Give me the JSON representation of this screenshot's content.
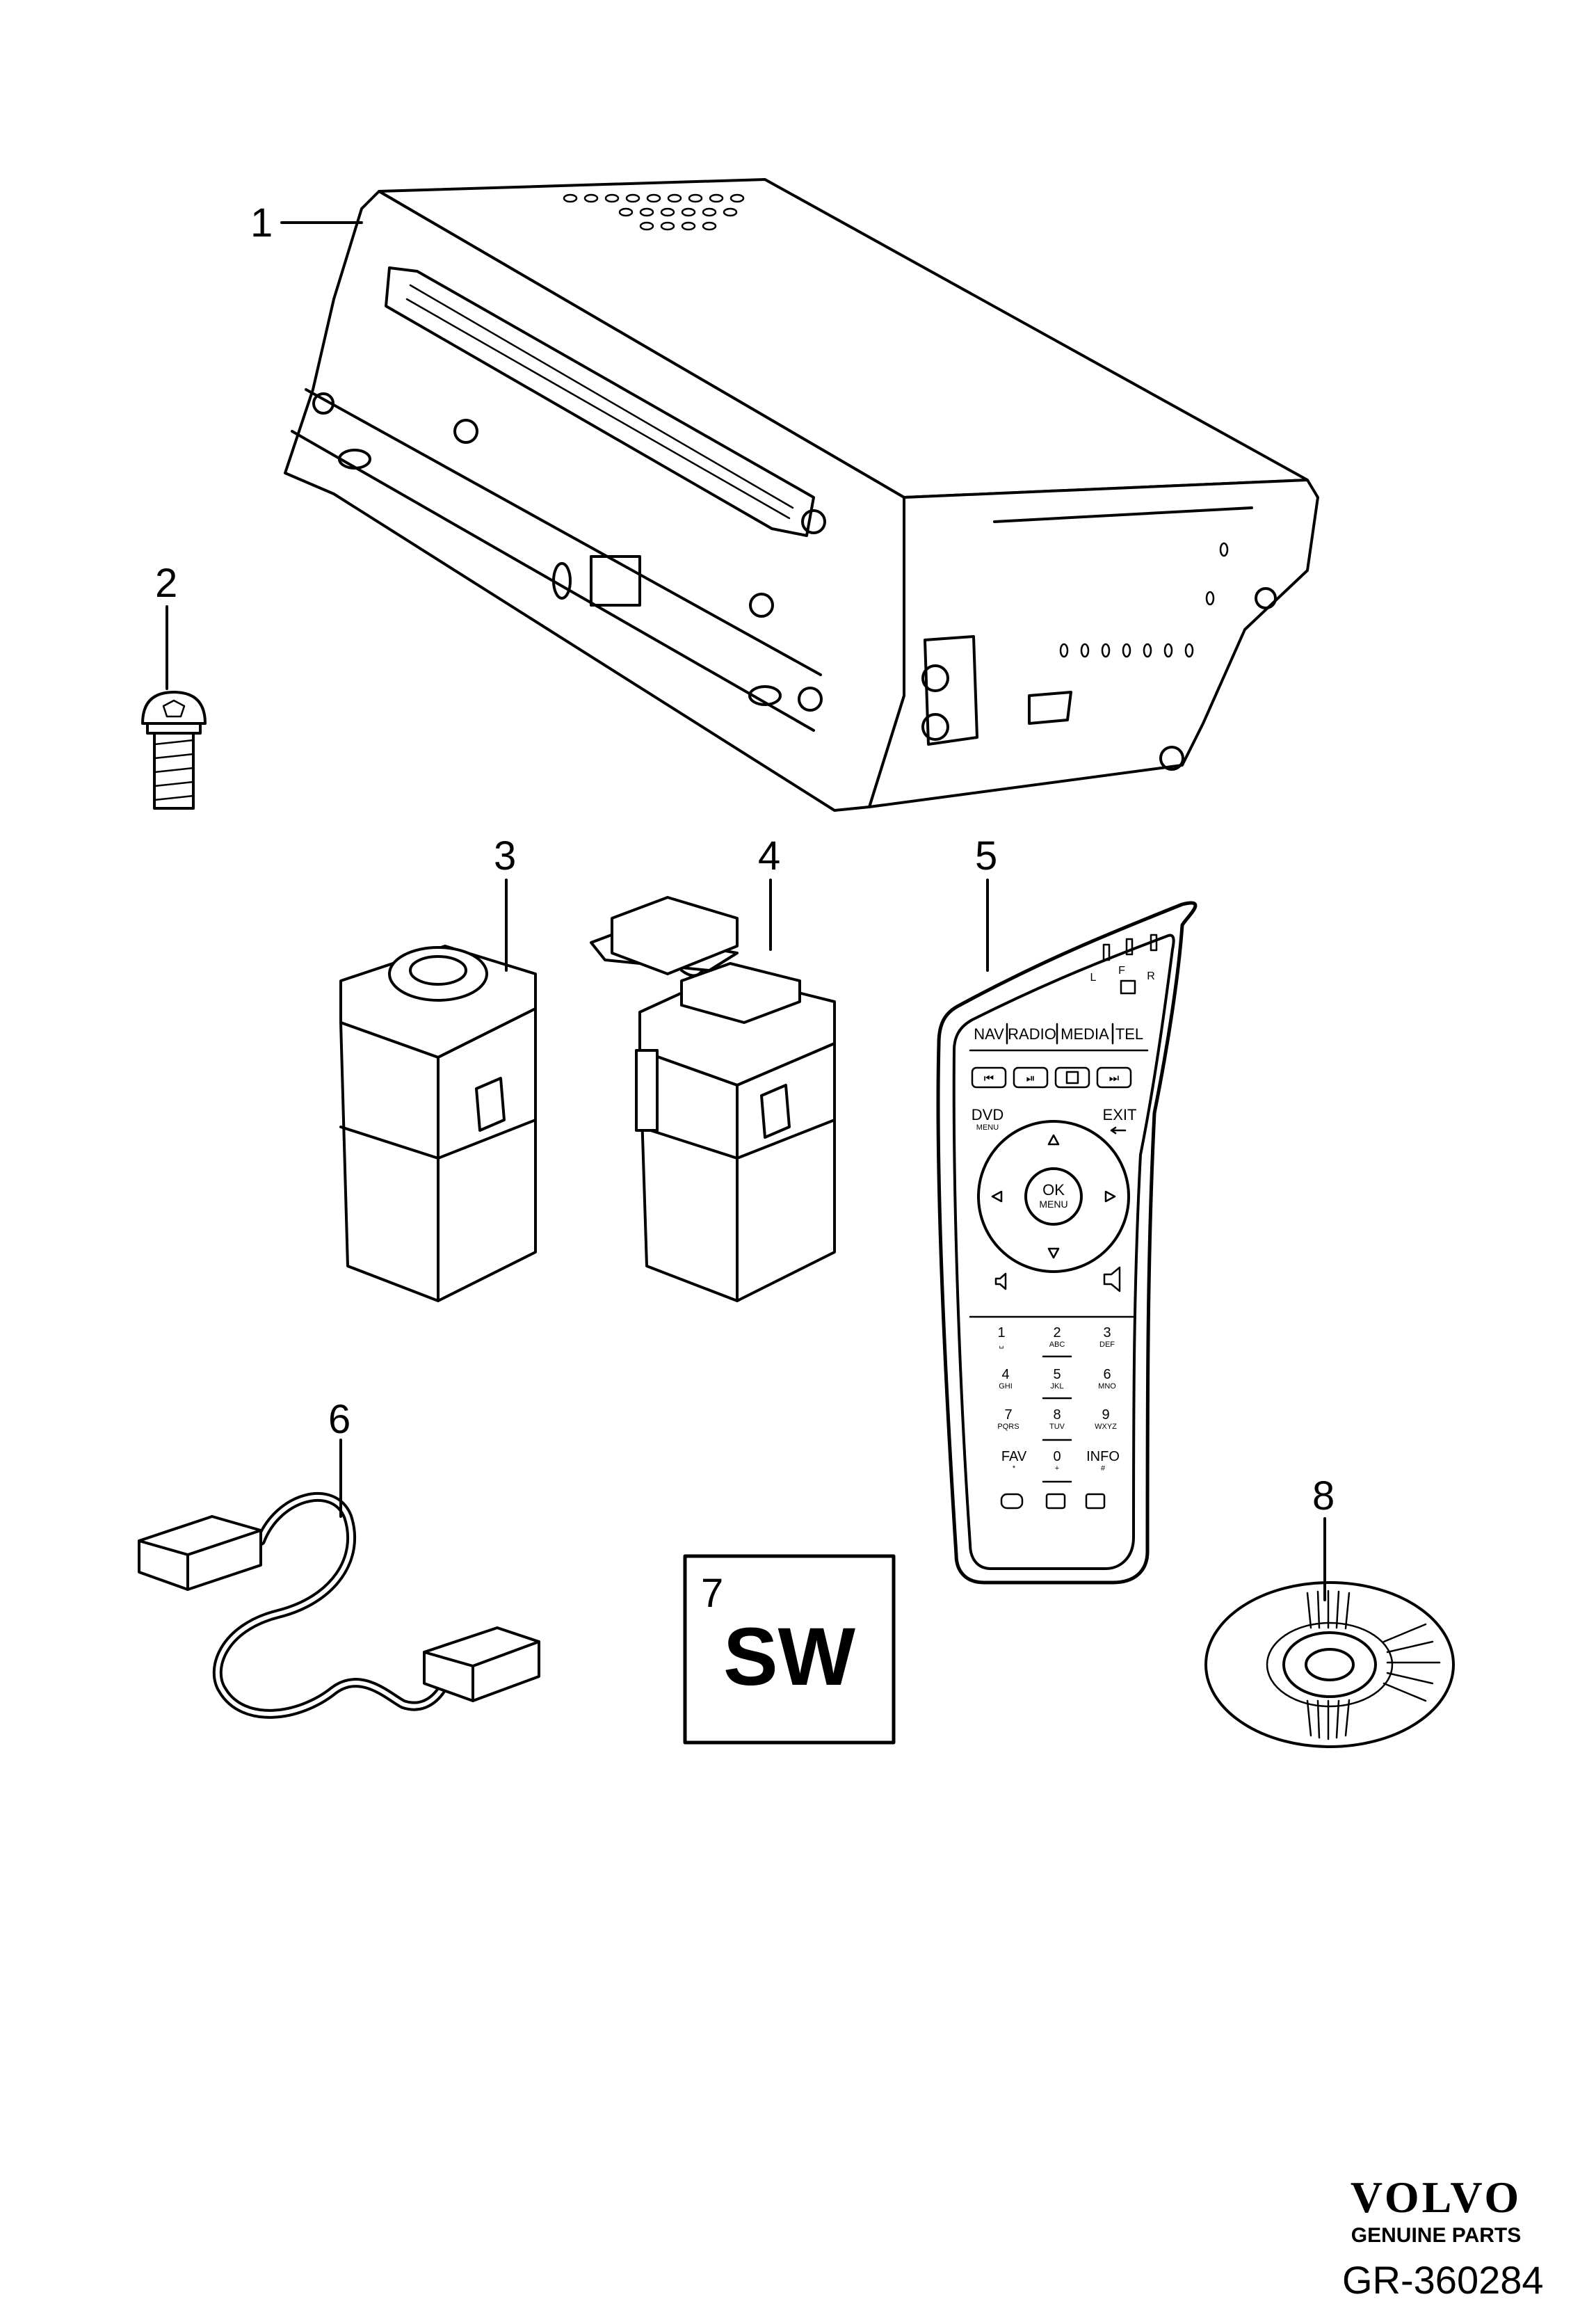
{
  "callouts": {
    "c1": "1",
    "c2": "2",
    "c3": "3",
    "c4": "4",
    "c5": "5",
    "c6": "6",
    "c7": "7",
    "c8": "8"
  },
  "software_box": {
    "label": "SW"
  },
  "remote": {
    "modes": [
      "NAV",
      "RADIO",
      "MEDIA",
      "TEL"
    ],
    "dvd": "DVD",
    "dvd_sub": "MENU",
    "exit": "EXIT",
    "ok": "OK",
    "ok_sub": "MENU",
    "lfr": [
      "L",
      "F",
      "R"
    ],
    "keys": [
      {
        "num": "1",
        "sub": "␣"
      },
      {
        "num": "2",
        "sub": "ABC"
      },
      {
        "num": "3",
        "sub": "DEF"
      },
      {
        "num": "4",
        "sub": "GHI"
      },
      {
        "num": "5",
        "sub": "JKL"
      },
      {
        "num": "6",
        "sub": "MNO"
      },
      {
        "num": "7",
        "sub": "PQRS"
      },
      {
        "num": "8",
        "sub": "TUV"
      },
      {
        "num": "9",
        "sub": "WXYZ"
      },
      {
        "num": "FAV",
        "sub": "*"
      },
      {
        "num": "0",
        "sub": "+"
      },
      {
        "num": "INFO",
        "sub": "#"
      }
    ]
  },
  "footer": {
    "brand": "VOLVO",
    "brand_sub": "GENUINE PARTS",
    "drawing_code": "GR-360284"
  }
}
